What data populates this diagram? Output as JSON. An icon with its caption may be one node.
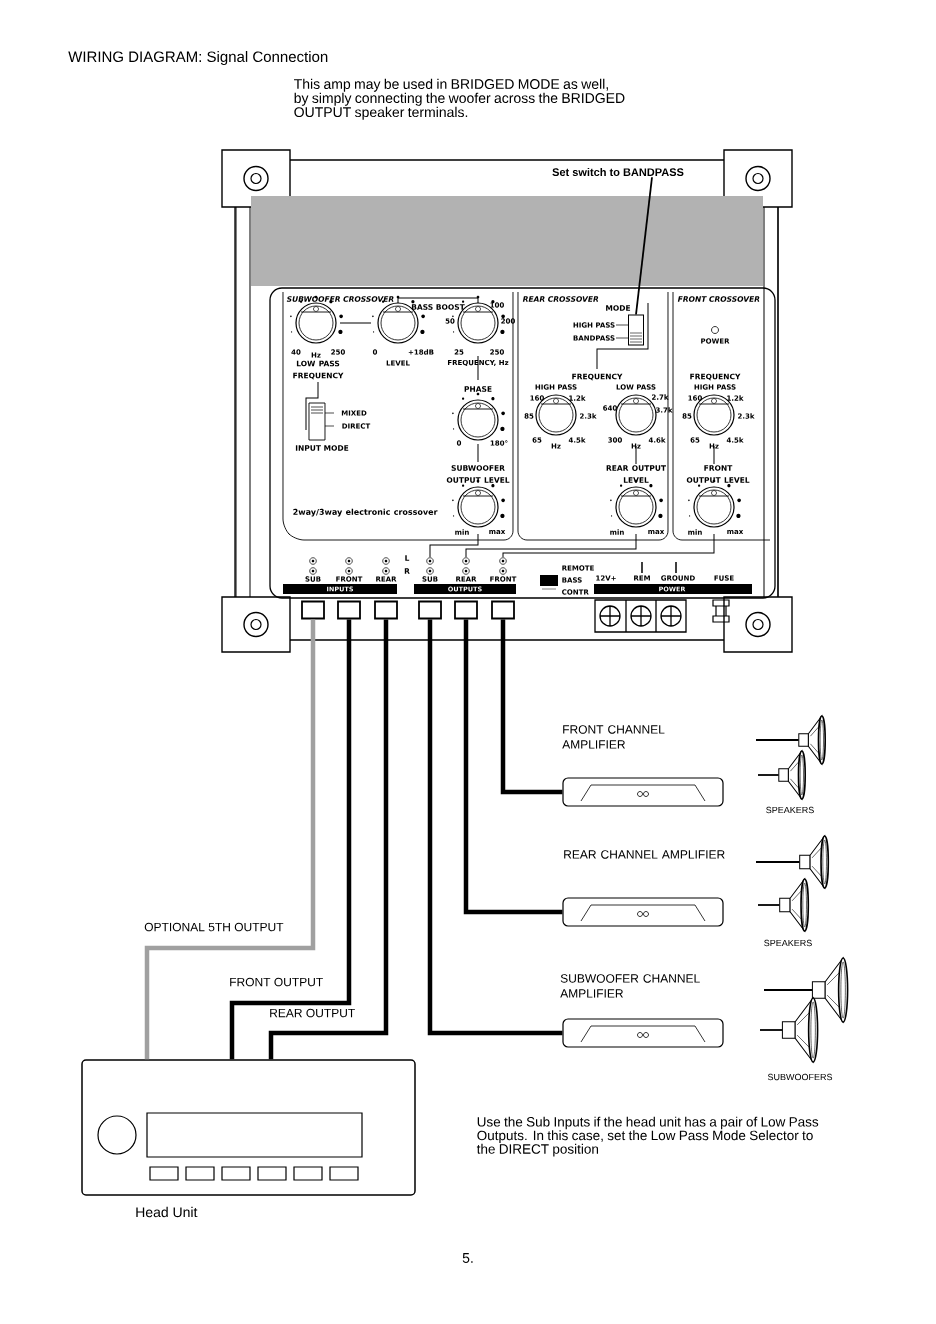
{
  "diagram": {
    "title": "WIRING DIAGRAM: Signal Connection",
    "nodes": [
      {
        "text": [],
        "shape": "box"
      },
      {
        "text": [
          "Set switch to BANDPASS"
        ],
        "in": 0
      },
      {
        "text": [],
        "shape": "box",
        "in": 0
      },
      {
        "text": [],
        "shape": "box",
        "in": 0
      },
      {
        "text": [],
        "shape": "box",
        "in": 0
      },
      {
        "text": [],
        "shape": "box",
        "in": 0
      },
      {
        "text": [],
        "shape": "box",
        "in": 0
      },
      {
        "text": [],
        "shape": "box",
        "in": 0
      },
      {
        "text": [],
        "shape": "box",
        "in": 0
      },
      {
        "text": [
          "FRONT CHANNEL AMPLIFIER"
        ]
      },
      {
        "text": [],
        "shape": "speaker"
      },
      {
        "text": [],
        "shape": "speaker"
      },
      {
        "text": [
          "REAR CHANNEL AMPLIFIER"
        ]
      },
      {
        "text": [],
        "shape": "speaker"
      },
      {
        "text": [],
        "shape": "speaker"
      },
      {
        "text": [
          "SUBWOOFER CHANNEL AMPLIFIER"
        ]
      },
      {
        "text": [],
        "shape": "speaker"
      },
      {
        "text": [],
        "shape": "speaker"
      },
      {
        "text": [
          "Head Unit"
        ]
      }
    ],
    "edges": [
      {
        "from": 3,
        "to": 18,
        "arrow": "none",
        "label": "OPTIONAL 5TH OUTPUT",
        "style": "thick",
        "color": "#a0a0a0"
      },
      {
        "from": 4,
        "to": 18,
        "arrow": "none",
        "label": "FRONT OUTPUT",
        "style": "thick"
      },
      {
        "from": 5,
        "to": 18,
        "arrow": "none",
        "label": "REAR OUTPUT",
        "style": "thick"
      },
      {
        "from": 6,
        "to": 15,
        "arrow": "none",
        "style": "thick"
      },
      {
        "from": 7,
        "to": 12,
        "arrow": "none",
        "style": "thick"
      },
      {
        "from": 8,
        "to": 9,
        "arrow": "none",
        "style": "thick"
      },
      {
        "from": 1,
        "to": 2,
        "arrow": "none"
      },
      {
        "from": null,
        "to": 10,
        "arrow": "none"
      },
      {
        "from": null,
        "to": 11,
        "arrow": "none"
      },
      {
        "from": null,
        "to": 13,
        "arrow": "none"
      },
      {
        "from": null,
        "to": 14,
        "arrow": "none"
      },
      {
        "from": null,
        "to": 16,
        "arrow": "none"
      },
      {
        "from": null,
        "to": 17,
        "arrow": "none"
      }
    ],
    "labels": [
      "This amp may be used in BRIDGED MODE as well, by simply connecting the woofer across the  BRIDGED OUTPUT speaker terminals.",
      "SUBWOOFER CROSSOVER",
      "BASS BOOST",
      "40",
      "Hz",
      "250",
      "LOW PASS FREQUENCY",
      "0",
      "+18dB",
      "LEVEL",
      "50",
      "100",
      "200",
      "25",
      "250",
      "FREQUENCY, Hz",
      "PHASE",
      "0",
      "180°",
      "MIXED",
      "DIRECT",
      "INPUT MODE",
      "SUBWOOFER OUTPUT LEVEL",
      "min",
      "max",
      "2way/3way electronic crossover",
      "REAR CROSSOVER",
      "MODE",
      "HIGH PASS",
      "BANDPASS",
      "FREQUENCY",
      "HIGH PASS",
      "LOW PASS",
      "160",
      "1.2k",
      "85",
      "2.3k",
      "65",
      "Hz",
      "4.5k",
      "2.7k",
      "640",
      "3.7k",
      "300",
      "Hz",
      "4.6k",
      "REAR OUTPUT LEVEL",
      "min",
      "max",
      "FRONT CROSSOVER",
      "POWER",
      "FREQUENCY",
      "HIGH PASS",
      "160",
      "1.2k",
      "85",
      "2.3k",
      "65",
      "Hz",
      "4.5k",
      "FRONT OUTPUT LEVEL",
      "min",
      "max",
      "L",
      "R",
      "SUB",
      "FRONT",
      "REAR",
      "INPUTS",
      "SUB",
      "REAR",
      "FRONT",
      "OUTPUTS",
      "REMOTE BASS CONTR",
      "12V+",
      "REM",
      "GROUND",
      "FUSE",
      "POWER",
      "SPEAKERS",
      "SPEAKERS",
      "SUBWOOFERS",
      "Use the Sub Inputs if the head unit has a pair of Low Pass Outputs. In this case, set the Low Pass Mode Selector to the DIRECT position",
      "5."
    ]
  }
}
